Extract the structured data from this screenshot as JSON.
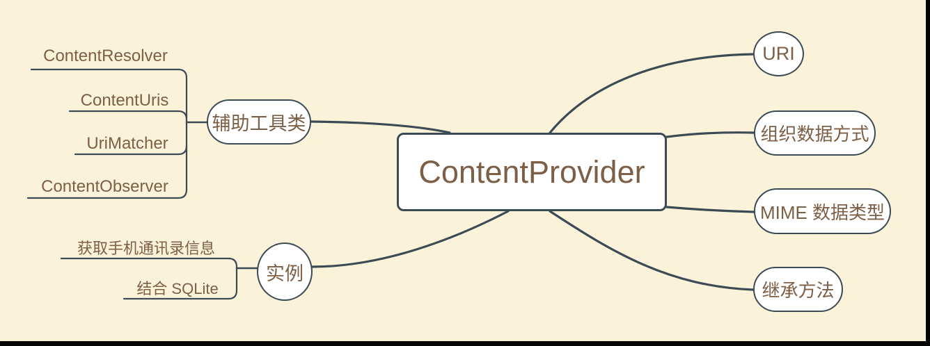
{
  "colors": {
    "background": "#faf3da",
    "line": "#3c4a54",
    "node_fill": "#ffffff",
    "text": "#7d5f46",
    "window_edge": "#060606"
  },
  "root": {
    "label": "ContentProvider"
  },
  "right_branches": [
    {
      "label": "URI"
    },
    {
      "label": "组织数据方式"
    },
    {
      "label": "MIME 数据类型"
    },
    {
      "label": "继承方法"
    }
  ],
  "left_branches": [
    {
      "label": "辅助工具类",
      "children": [
        "ContentResolver",
        "ContentUris",
        "UriMatcher",
        "ContentObserver"
      ]
    },
    {
      "label": "实例",
      "children": [
        "获取手机通讯录信息",
        "结合 SQLite"
      ]
    }
  ]
}
